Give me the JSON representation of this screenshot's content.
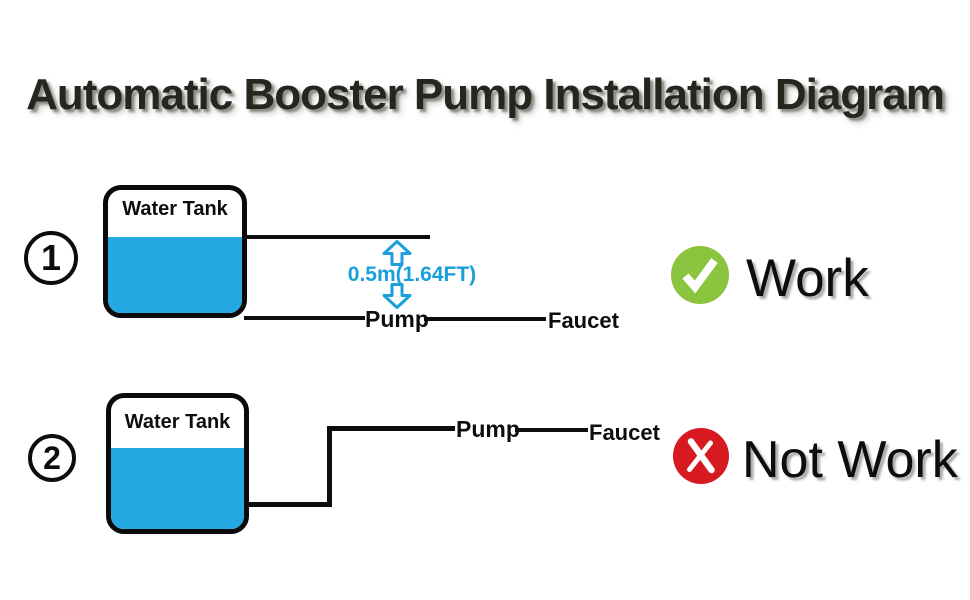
{
  "title": "Automatic Booster Pump Installation Diagram",
  "colors": {
    "water_blue": "#25a9e3",
    "annotation_blue": "#1b9fdb",
    "work_green": "#8bc53f",
    "not_work_red": "#d71920",
    "line_black": "#0d0d0d"
  },
  "scenarios": [
    {
      "number": "1",
      "tank_label": "Water Tank",
      "distance_label": "0.5m(1.64FT)",
      "pump_label": "Pump",
      "faucet_label": "Faucet",
      "status": "Work",
      "status_icon": "check-icon"
    },
    {
      "number": "2",
      "tank_label": "Water Tank",
      "pump_label": "Pump",
      "faucet_label": "Faucet",
      "status": "Not Work",
      "status_icon": "x-icon"
    }
  ]
}
